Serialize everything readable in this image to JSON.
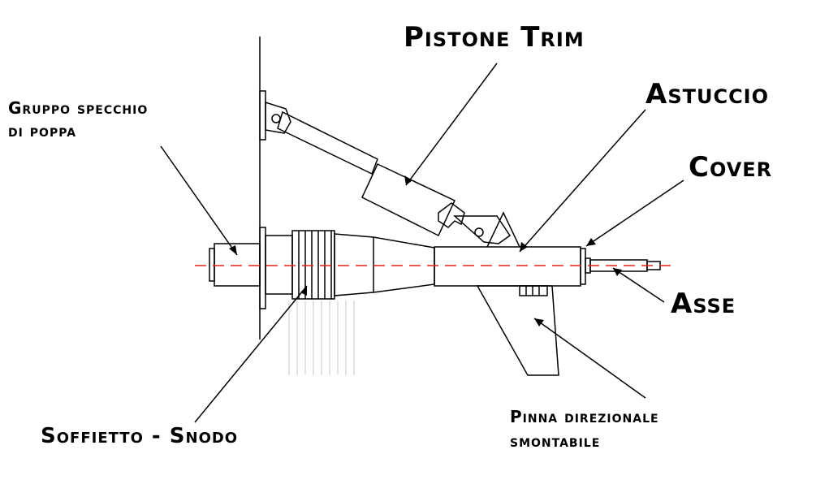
{
  "labels": {
    "pistone_trim": "Pistone Trim",
    "astuccio": "Astuccio",
    "cover": "Cover",
    "asse": "Asse",
    "gruppo_line1": "Gruppo specchio",
    "gruppo_line2": "di poppa",
    "soffietto": "Soffietto - Snodo",
    "pinna_line1": "Pinna direzionale",
    "pinna_line2": "smontabile"
  },
  "colors": {
    "outline": "#000000",
    "axis_line": "#e0201c",
    "ghost_lines": "#c8c8c8"
  }
}
